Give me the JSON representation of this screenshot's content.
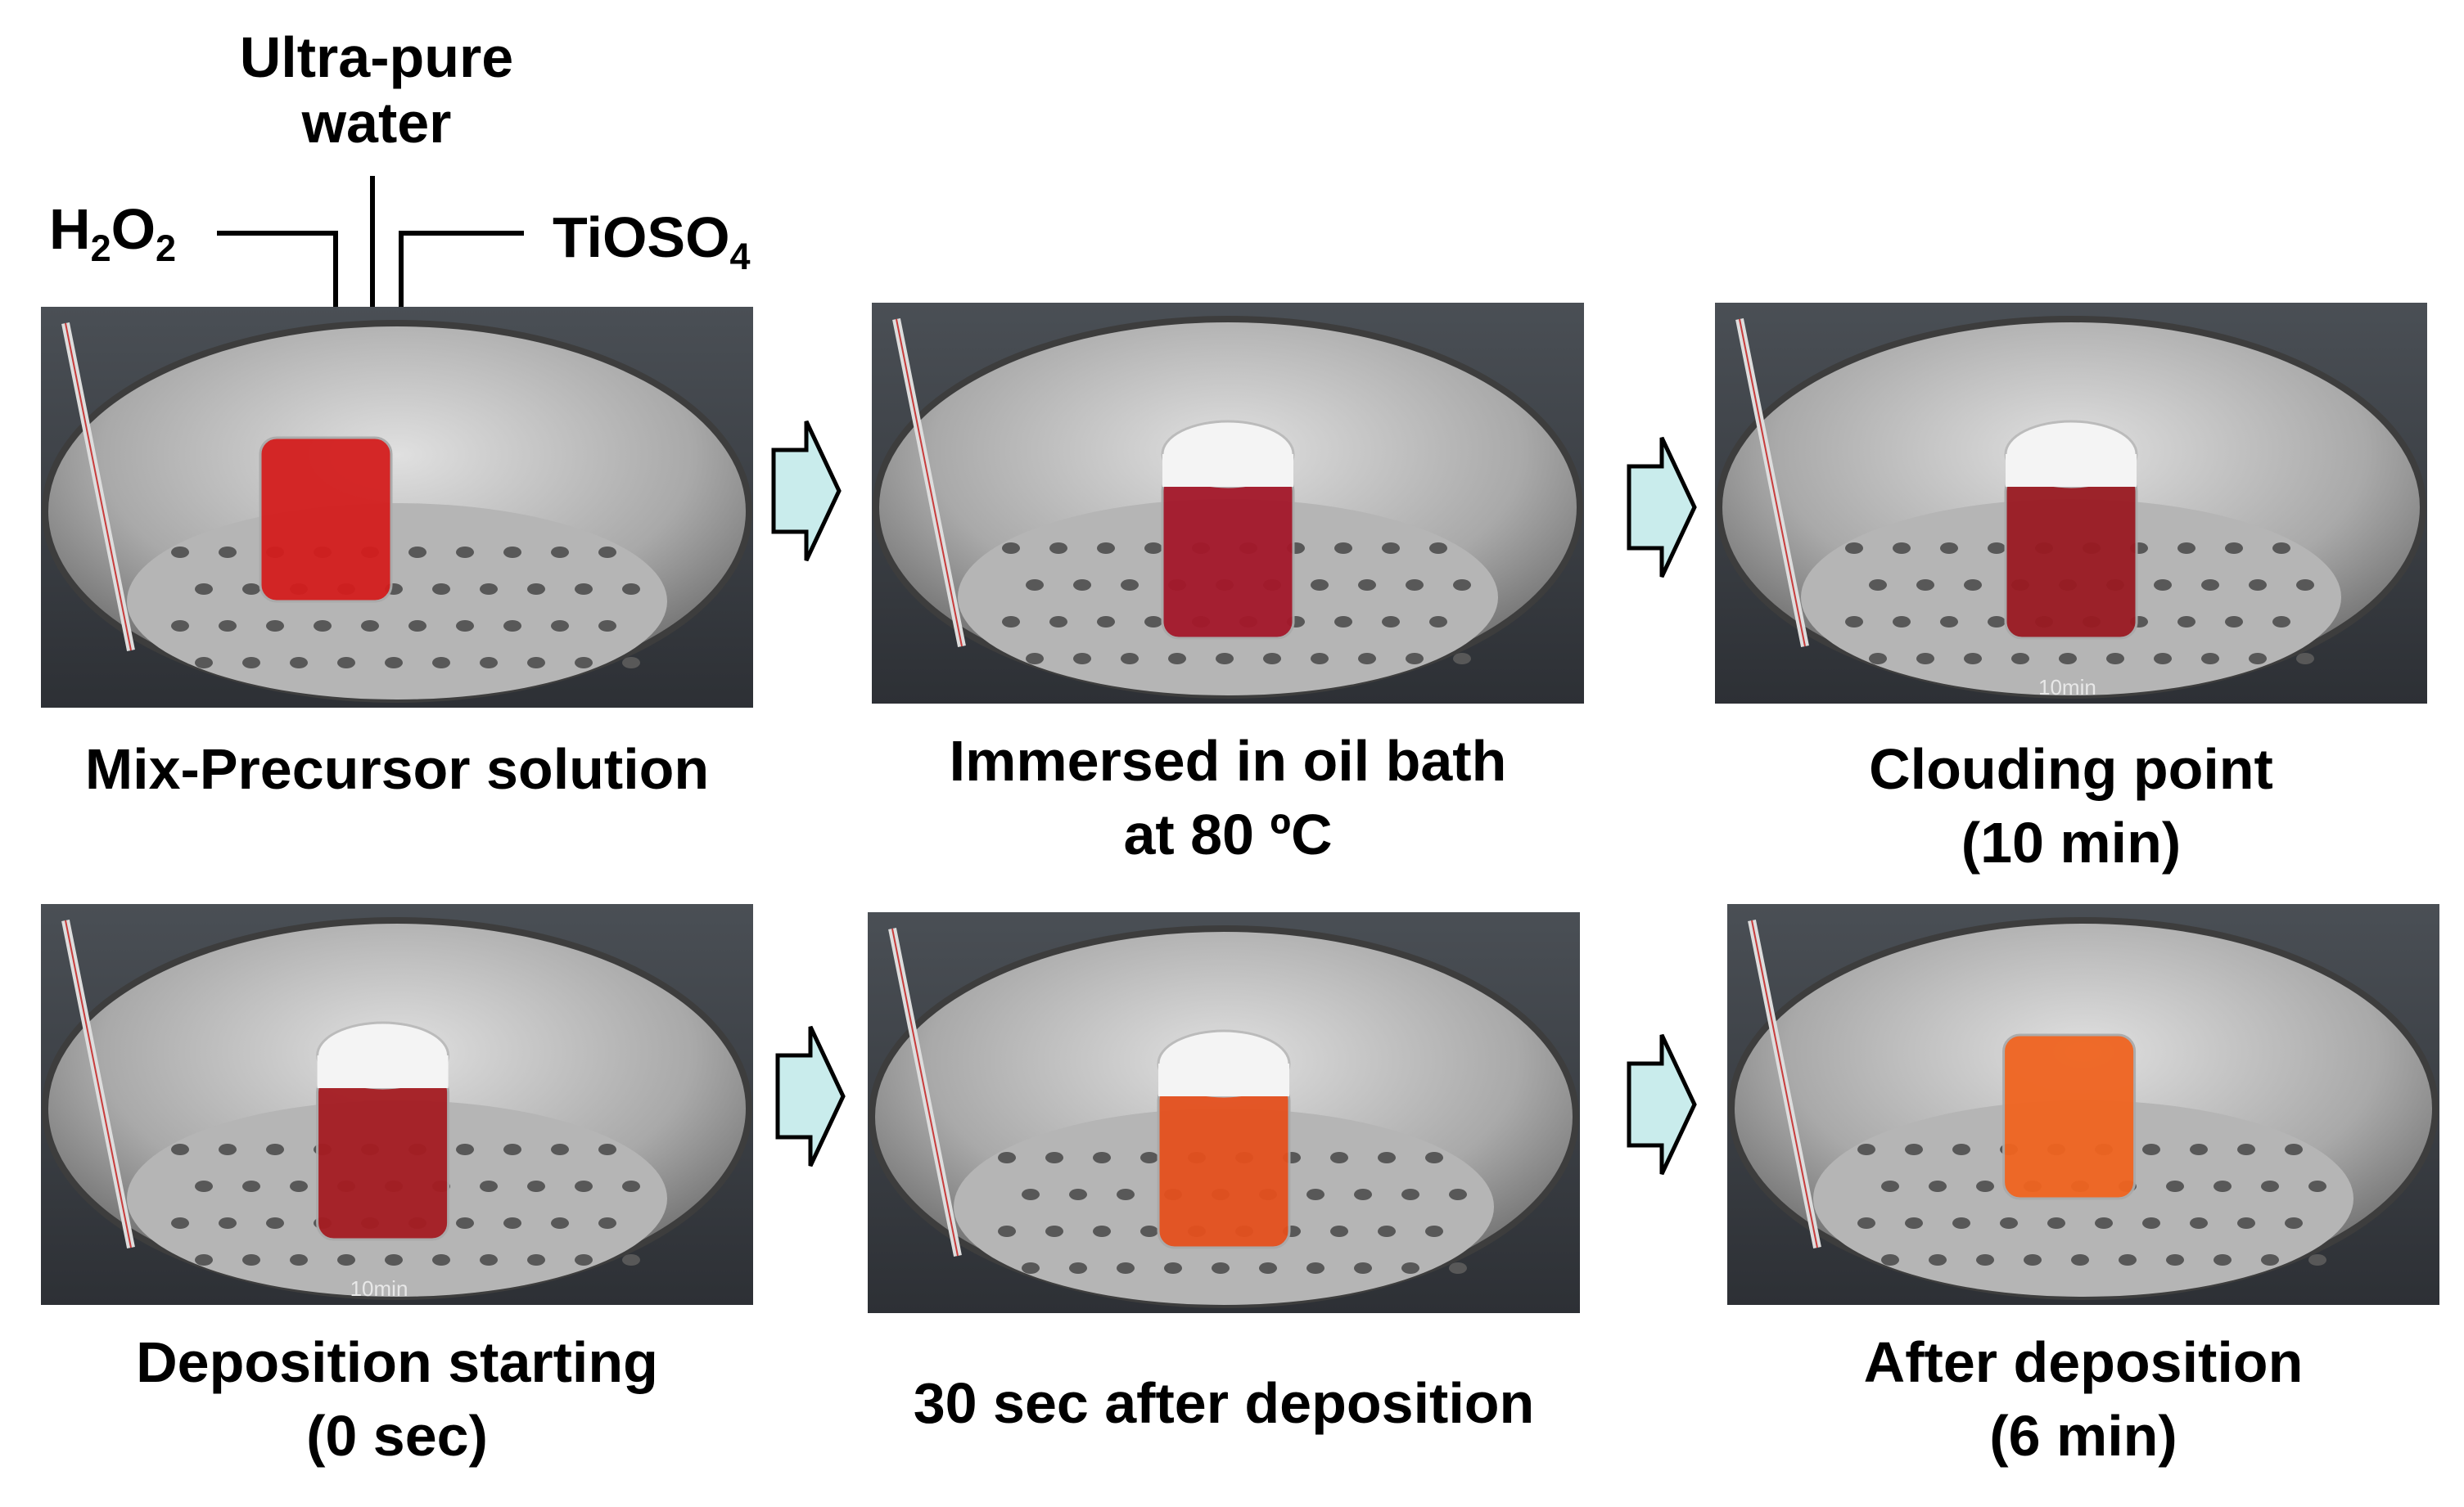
{
  "labels": {
    "water_line1": "Ultra-pure",
    "water_line2": "water",
    "h2o2": "H2O2",
    "tioso4": "TiOSO4"
  },
  "panels": [
    {
      "caption_lines": [
        "Mix-Precursor solution"
      ],
      "liquid_color": "#d41e1e",
      "lid": false,
      "stamp": ""
    },
    {
      "caption_lines": [
        "Immersed in oil bath",
        "at 80 ºC"
      ],
      "liquid_color": "#a4182a",
      "lid": true,
      "stamp": ""
    },
    {
      "caption_lines": [
        "Clouding point",
        "(10 min)"
      ],
      "liquid_color": "#9a1a22",
      "lid": true,
      "stamp": "10min"
    },
    {
      "caption_lines": [
        "Deposition starting",
        "(0 sec)"
      ],
      "liquid_color": "#a51c22",
      "lid": true,
      "stamp": "10min"
    },
    {
      "caption_lines": [
        "30 sec after deposition"
      ],
      "liquid_color": "#e5501e",
      "lid": true,
      "stamp": ""
    },
    {
      "caption_lines": [
        "After deposition",
        "(6 min)"
      ],
      "liquid_color": "#f06420",
      "lid": false,
      "stamp": ""
    }
  ],
  "colors": {
    "arrow_fill": "#c9ecec",
    "steel_light": "#d6d6d6",
    "steel_dark": "#6f6f6f"
  },
  "icons": {
    "arrow": "right-arrow-icon"
  }
}
